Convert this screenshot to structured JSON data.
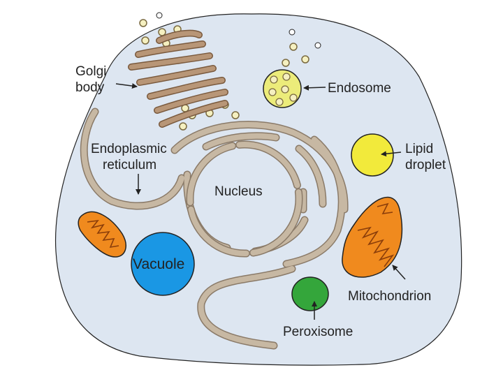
{
  "colors": {
    "background": "#ffffff",
    "cytoplasm": "#dde6f1",
    "outline": "#222222",
    "membrane": "#c7b8a3",
    "membrane_edge": "#8a7a68",
    "golgi": "#b89677",
    "golgi_edge": "#7a5a3e",
    "vesicle": "#f5f0c0",
    "endosome": "#ecec7a",
    "lipid_droplet": "#f2ea3b",
    "mitochondrion": "#f08a1e",
    "vacuole": "#1a97e4",
    "peroxisome": "#34a63b"
  },
  "labels": {
    "golgi_line1": "Golgi",
    "golgi_line2": "body",
    "endosome": "Endosome",
    "lipid_line1": "Lipid",
    "lipid_line2": "droplet",
    "er_line1": "Endoplasmic",
    "er_line2": "reticulum",
    "nucleus": "Nucleus",
    "vacuole": "Vacuole",
    "mitochondrion": "Mitochondrion",
    "peroxisome": "Peroxisome"
  }
}
